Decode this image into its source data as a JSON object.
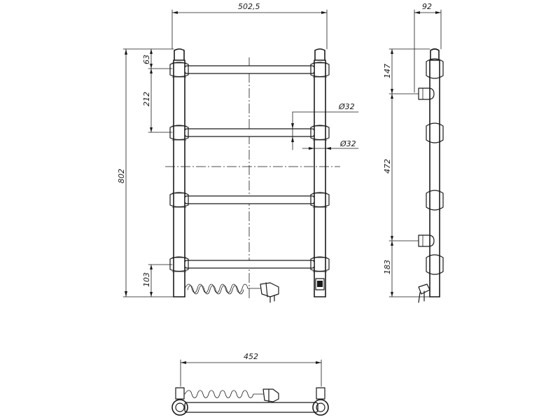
{
  "drawing": {
    "front_view": {
      "overall_width": "502,5",
      "overall_height": "802",
      "top_offset": "63",
      "bar_spacing": "212",
      "bottom_offset": "103",
      "tube_diameter_1": "Ø32",
      "tube_diameter_2": "Ø32"
    },
    "side_view": {
      "depth": "92",
      "top_to_mount": "147",
      "mount_spacing": "472",
      "bottom_to_mount": "183"
    },
    "bottom_view": {
      "center_distance": "452"
    }
  },
  "colors": {
    "line": "#1a1a1a",
    "background": "#ffffff"
  }
}
